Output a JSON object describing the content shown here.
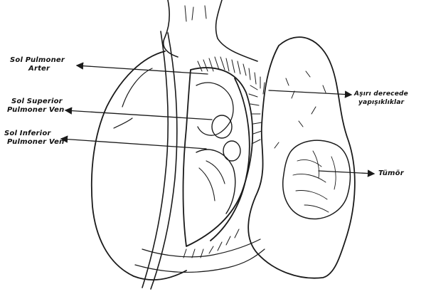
{
  "labels": {
    "left_pulmonary_artery": [
      "Sol Pulmoner",
      "Arter"
    ],
    "left_superior_pulmonary_vein": [
      "Sol Superior",
      "Pulmoner Ven"
    ],
    "left_inferior_pulmonary_vein": [
      "Sol Inferior",
      "Pulmoner Ven"
    ],
    "adhesions": [
      "Aşırı derecede",
      "yapışıklıklar"
    ],
    "tumor": [
      "Tümör"
    ]
  },
  "colors": {
    "ink": "#1a1a1a",
    "background": "#ffffff"
  }
}
